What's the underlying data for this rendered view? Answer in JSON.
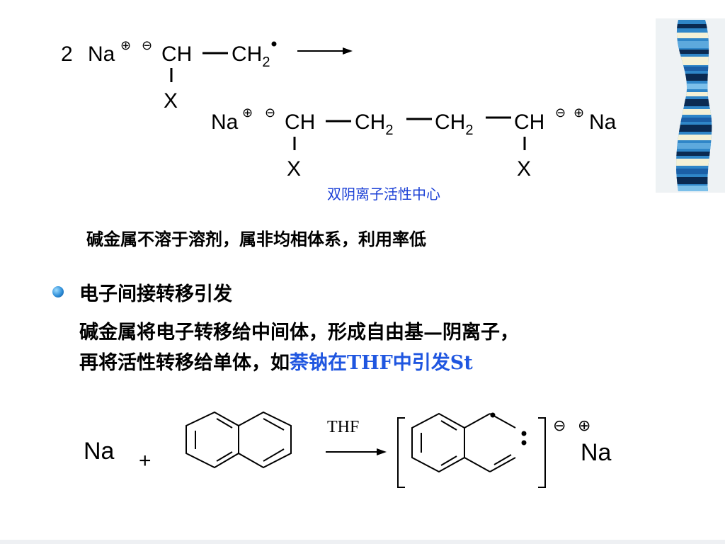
{
  "reaction1": {
    "coeff": "2",
    "na": "Na",
    "plus": "⊕",
    "minus": "⊖",
    "ch": "CH",
    "ch2": "CH",
    "sub2": "2",
    "x": "X"
  },
  "dianion": {
    "na": "Na",
    "plus": "⊕",
    "minus": "⊖",
    "ch": "CH",
    "ch2": "CH",
    "sub2": "2",
    "x": "X",
    "caption": "双阴离子活性中心"
  },
  "note": "碱金属不溶于溶剂，属非均相体系，利用率低",
  "bullet": {
    "title": "电子间接转移引发",
    "line1": "碱金属将电子转移给中间体，形成自由基—阴离子，",
    "line2_prefix": "再将活性转移给单体，如",
    "line2_highlight": "萘钠在THF中引发St"
  },
  "reaction2": {
    "na_left": "Na",
    "plus_sign": "+",
    "solvent": "THF",
    "minus": "⊖",
    "plus": "⊕",
    "na_right": "Na"
  },
  "colors": {
    "caption": "#1a3fd6",
    "highlight": "#1f56e0",
    "bullet": "#2f8fd8"
  },
  "icons": [
    "decorative-striped-ribbon",
    "bullet-dot-icon",
    "reaction-arrow-icon"
  ]
}
